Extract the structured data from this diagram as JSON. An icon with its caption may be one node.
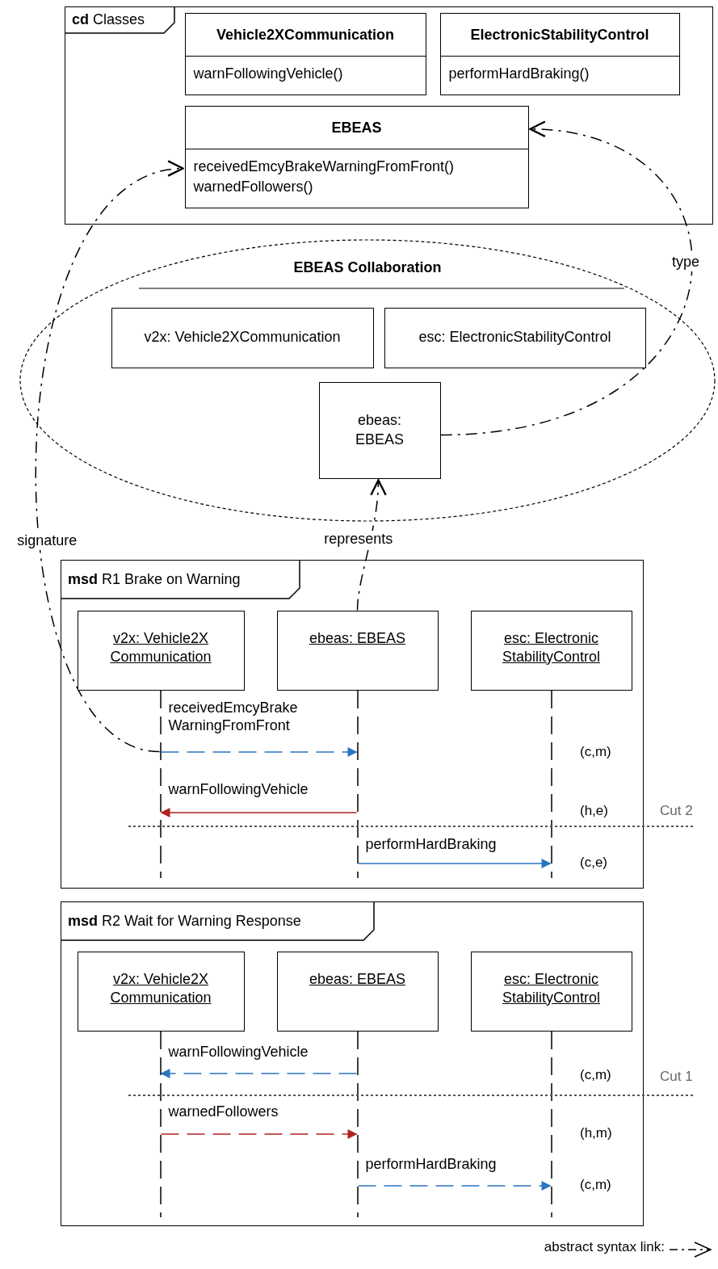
{
  "diagram": {
    "nodes": [
      {
        "text": [
          "**cd** Classes"
        ]
      },
      {
        "text": [
          "Vehicle2XCommunication",
          "warnFollowingVehicle()"
        ],
        "in": 0
      },
      {
        "text": [
          "ElectronicStabilityControl",
          "performHardBraking()"
        ],
        "in": 0
      },
      {
        "text": [
          "EBEAS",
          "receivedEmcyBrakeWarningFromFront()",
          "warnedFollowers()"
        ],
        "in": 0
      },
      {
        "text": [
          "EBEAS Collaboration"
        ]
      },
      {
        "text": [
          "v2x: Vehicle2XCommunication"
        ],
        "in": 4
      },
      {
        "text": [
          "esc: ElectronicStabilityControl"
        ],
        "in": 4
      },
      {
        "text": [
          "ebeas: EBEAS"
        ],
        "in": 4
      },
      {
        "text": [
          "**msd** R1 Brake on Warning"
        ]
      },
      {
        "text": [
          "v2x: Vehicle2X Communication"
        ],
        "in": 8
      },
      {
        "text": [
          "ebeas: EBEAS"
        ],
        "in": 8
      },
      {
        "text": [
          "esc: Electronic StabilityControl"
        ],
        "in": 8
      },
      {
        "text": [],
        "shape": "line",
        "in": 8
      },
      {
        "text": [],
        "shape": "line",
        "in": 8
      },
      {
        "text": [],
        "shape": "line",
        "in": 8
      },
      {
        "text": [
          "**msd** R2 Wait for Warning Response"
        ]
      },
      {
        "text": [
          "v2x: Vehicle2X Communication"
        ],
        "in": 15
      },
      {
        "text": [
          "ebeas: EBEAS"
        ],
        "in": 15
      },
      {
        "text": [
          "esc: Electronic StabilityControl"
        ],
        "in": 15
      },
      {
        "text": [],
        "shape": "line",
        "in": 15
      },
      {
        "text": [],
        "shape": "line",
        "in": 15
      },
      {
        "text": [],
        "shape": "line",
        "in": 15
      }
    ],
    "edges": [
      {
        "from": 12,
        "to": 3,
        "arrow": "to",
        "style": "dashed",
        "color": "#000000",
        "label": "signature"
      },
      {
        "from": 7,
        "to": 3,
        "arrow": "to",
        "style": "dashed",
        "color": "#000000",
        "label": "type"
      },
      {
        "from": 10,
        "to": 7,
        "arrow": "to",
        "style": "dashed",
        "color": "#000000",
        "label": "represents"
      },
      {
        "from": 12,
        "to": 13,
        "arrow": "to",
        "style": "dashed",
        "color": "#2a74c0",
        "label": "receivedEmcyBrake WarningFromFront"
      },
      {
        "from": 13,
        "to": 12,
        "arrow": "to",
        "color": "#b22222",
        "label": "warnFollowingVehicle"
      },
      {
        "from": 13,
        "to": 14,
        "arrow": "to",
        "color": "#2a74c0",
        "label": "performHardBraking"
      },
      {
        "from": 20,
        "to": 19,
        "arrow": "to",
        "style": "dashed",
        "color": "#2a74c0",
        "label": "warnFollowingVehicle"
      },
      {
        "from": 19,
        "to": 20,
        "arrow": "to",
        "style": "dashed",
        "color": "#b22222",
        "label": "warnedFollowers"
      },
      {
        "from": 20,
        "to": 21,
        "arrow": "to",
        "style": "dashed",
        "color": "#2a74c0",
        "label": "performHardBraking"
      }
    ],
    "labels": [
      "(c,m)",
      "(h,e)",
      "Cut 2",
      "(c,e)",
      "(c,m)",
      "Cut 1",
      "(h,m)",
      "(c,m)"
    ],
    "legend": [
      {
        "text": "abstract syntax link:"
      }
    ]
  }
}
